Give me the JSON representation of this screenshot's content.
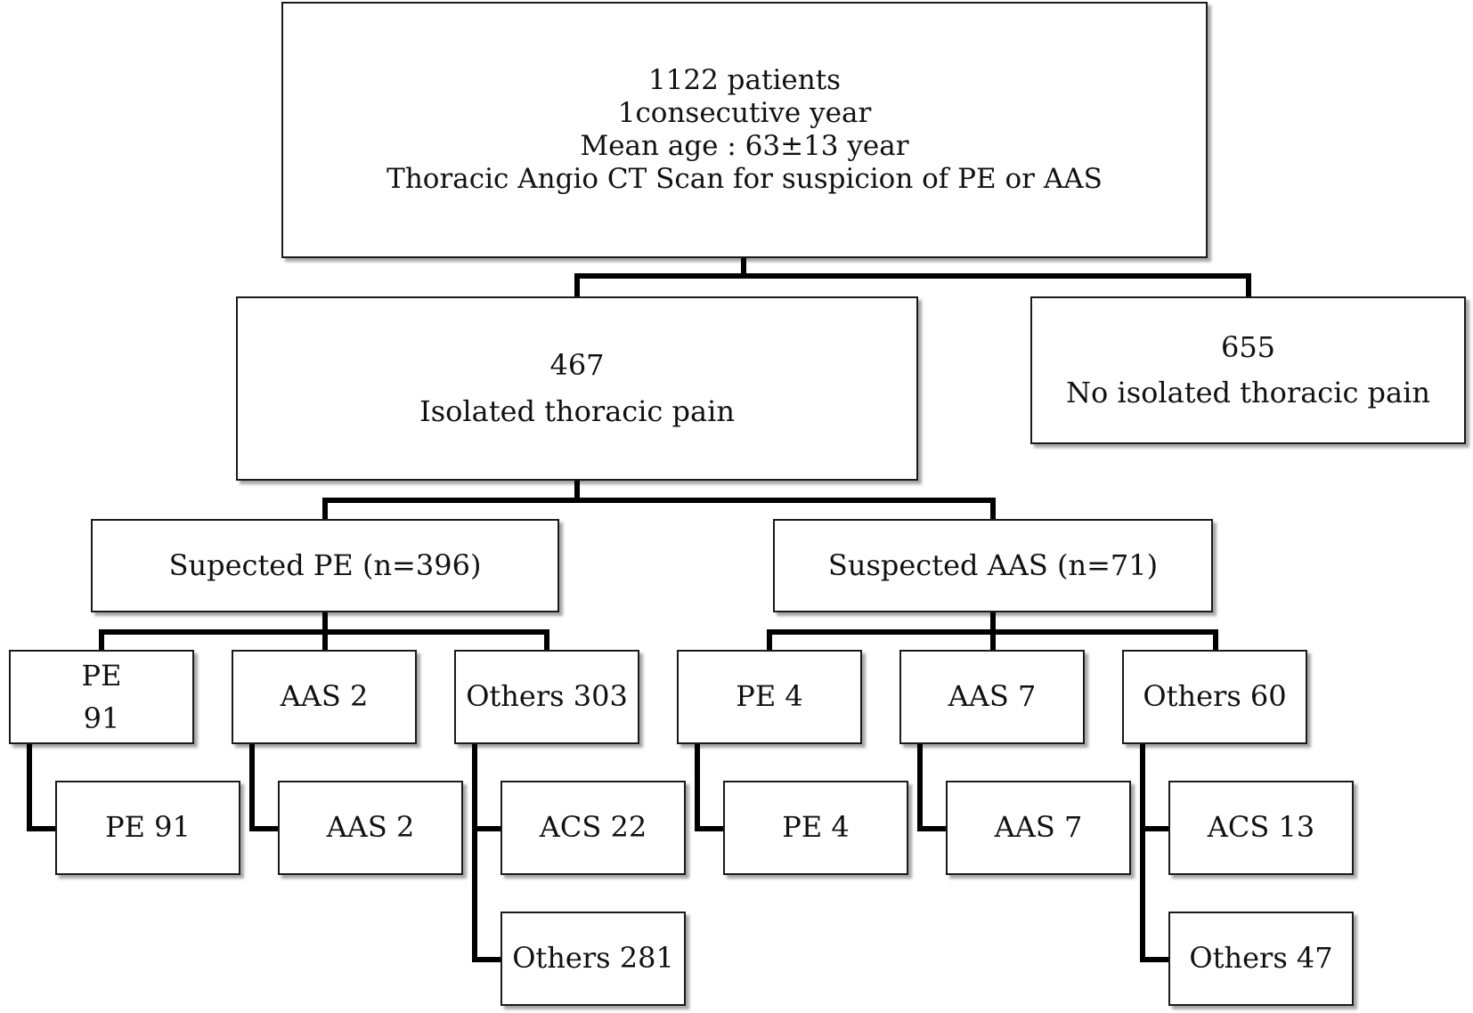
{
  "root": {
    "lines": [
      "1122 patients",
      "1consecutive year",
      "Mean age : 63±13 year",
      "Thoracic Angio CT Scan for suspicion of PE or AAS"
    ]
  },
  "level1": {
    "isolated": {
      "count": "467",
      "label": "Isolated thoracic pain"
    },
    "not_isolated": {
      "count": "655",
      "label": "No isolated thoracic pain"
    }
  },
  "level2": {
    "suspected_pe": "Supected PE (n=396)",
    "suspected_aas": "Suspected AAS (n=71)"
  },
  "level3": {
    "pe_branch": {
      "pe": {
        "line1": "PE",
        "line2": "91"
      },
      "aas": "AAS 2",
      "others": "Others 303"
    },
    "aas_branch": {
      "pe": "PE 4",
      "aas": "AAS 7",
      "others": "Others 60"
    }
  },
  "level4": {
    "pe_branch": {
      "pe": "PE 91",
      "aas": "AAS 2",
      "acs": "ACS 22",
      "others": "Others 281"
    },
    "aas_branch": {
      "pe": "PE 4",
      "aas": "AAS 7",
      "acs": "ACS 13",
      "others": "Others 47"
    }
  }
}
